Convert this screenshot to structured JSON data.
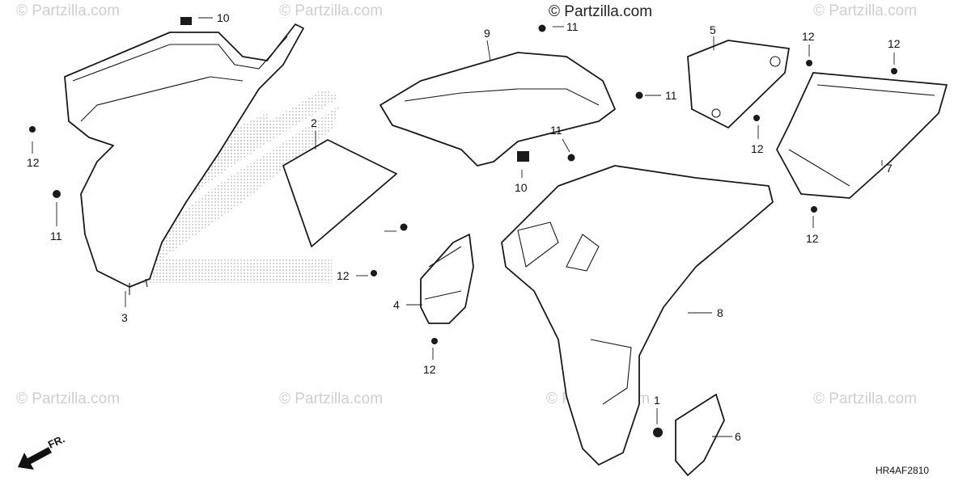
{
  "header": {
    "copyright": "© Partzilla.com"
  },
  "watermarks": [
    "© Partzilla.com",
    "© Partzilla.com",
    "© Partzilla.com",
    "© Partzilla.com",
    "© Partzilla.com",
    "© Partzilla.com",
    "© Partzilla.com",
    "© Partzilla.com"
  ],
  "callouts": [
    "10",
    "12",
    "11",
    "3",
    "2",
    "9",
    "11",
    "11",
    "10",
    "11",
    "12",
    "4",
    "12",
    "5",
    "12",
    "12",
    "12",
    "7",
    "12",
    "8",
    "1",
    "6"
  ],
  "direction_label": "FR.",
  "diagram_code": "HR4AF2810",
  "colors": {
    "line": "#1a1a1a",
    "watermark": "#cfcfcf",
    "dot_pattern": "#b5b5b5"
  }
}
